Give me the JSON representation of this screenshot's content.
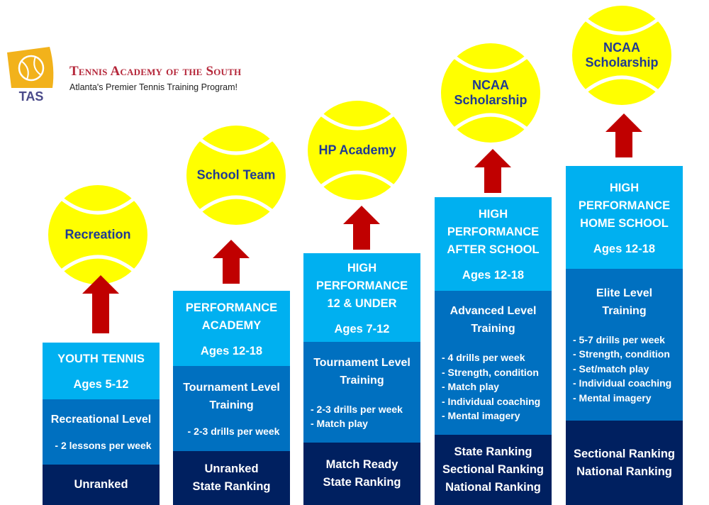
{
  "logo": {
    "mark_text": "TAS",
    "brand": "Tennis Academy of the South",
    "tagline": "Atlanta's Premier Tennis Training Program!"
  },
  "colors": {
    "light": "#00b0f0",
    "mid": "#0070c0",
    "dark": "#002060",
    "ball": "#ffff00",
    "arrow": "#c00000",
    "ball_text": "#1f3a93"
  },
  "columns": [
    {
      "goal": "Recreation",
      "title": [
        "YOUTH TENNIS"
      ],
      "ages": "Ages 5-12",
      "level": [
        "Recreational Level"
      ],
      "bullets": [
        "- 2 lessons per week"
      ],
      "ranking": [
        "Unranked"
      ]
    },
    {
      "goal": "School Team",
      "title": [
        "PERFORMANCE",
        "ACADEMY"
      ],
      "ages": "Ages 12-18",
      "level": [
        "Tournament Level",
        "Training"
      ],
      "bullets": [
        "- 2-3 drills per week"
      ],
      "ranking": [
        "Unranked",
        "State Ranking"
      ]
    },
    {
      "goal": "HP Academy",
      "title": [
        "HIGH",
        "PERFORMANCE",
        "12 & UNDER"
      ],
      "ages": "Ages 7-12",
      "level": [
        "Tournament Level",
        "Training"
      ],
      "bullets": [
        "- 2-3 drills per week",
        "- Match play"
      ],
      "ranking": [
        "Match Ready",
        "State Ranking"
      ]
    },
    {
      "goal": "NCAA Scholarship",
      "title": [
        "HIGH",
        "PERFORMANCE",
        "AFTER SCHOOL"
      ],
      "ages": "Ages 12-18",
      "level": [
        "Advanced Level",
        "Training"
      ],
      "bullets": [
        "- 4 drills per week",
        "- Strength, condition",
        "- Match play",
        "- Individual coaching",
        "- Mental imagery"
      ],
      "ranking": [
        "State Ranking",
        "Sectional Ranking",
        "National Ranking"
      ]
    },
    {
      "goal": "NCAA Scholarship",
      "title": [
        "HIGH",
        "PERFORMANCE",
        "HOME SCHOOL"
      ],
      "ages": "Ages 12-18",
      "level": [
        "Elite Level",
        "Training"
      ],
      "bullets": [
        "- 5-7 drills per week",
        "- Strength, condition",
        "- Set/match play",
        "- Individual coaching",
        "- Mental imagery"
      ],
      "ranking": [
        "Sectional Ranking",
        "National Ranking"
      ]
    }
  ]
}
